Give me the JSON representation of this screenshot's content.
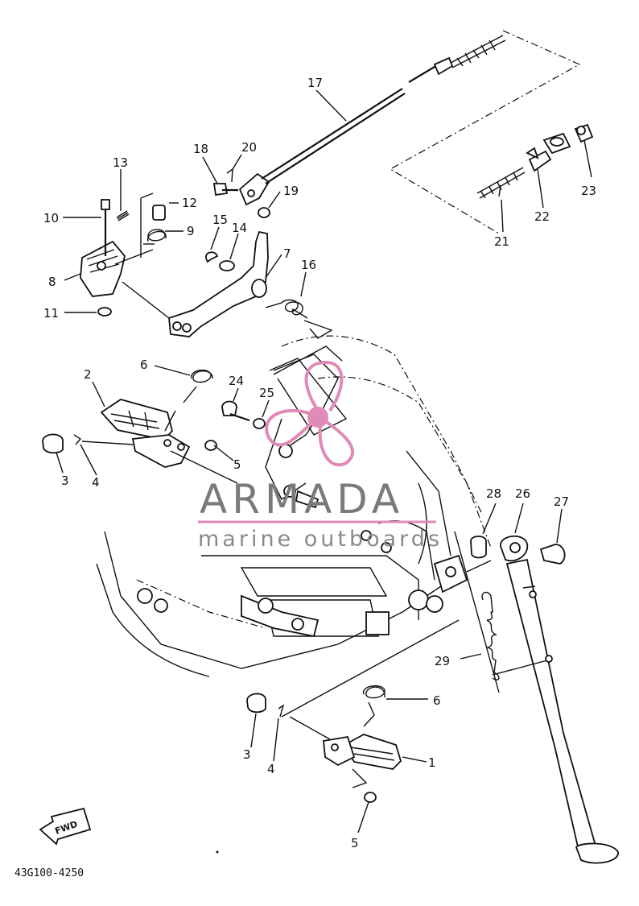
{
  "watermark": {
    "brand": "ARMADA",
    "tagline": "marine outboards",
    "pink": "#e08ab8"
  },
  "drawing_code": "43G100-4250",
  "fwd_label": "FWD",
  "labels": {
    "p1": "1",
    "p2": "2",
    "p3a": "3",
    "p3b": "3",
    "p4a": "4",
    "p4b": "4",
    "p5a": "5",
    "p5b": "5",
    "p6a": "6",
    "p6b": "6",
    "p7": "7",
    "p8": "8",
    "p9": "9",
    "p10": "10",
    "p11": "11",
    "p12": "12",
    "p13": "13",
    "p14": "14",
    "p15": "15",
    "p16": "16",
    "p17": "17",
    "p18": "18",
    "p19": "19",
    "p20": "20",
    "p21": "21",
    "p22": "22",
    "p23": "23",
    "p24": "24",
    "p25": "25",
    "p26": "26",
    "p27": "27",
    "p28": "28",
    "p29": "29"
  }
}
